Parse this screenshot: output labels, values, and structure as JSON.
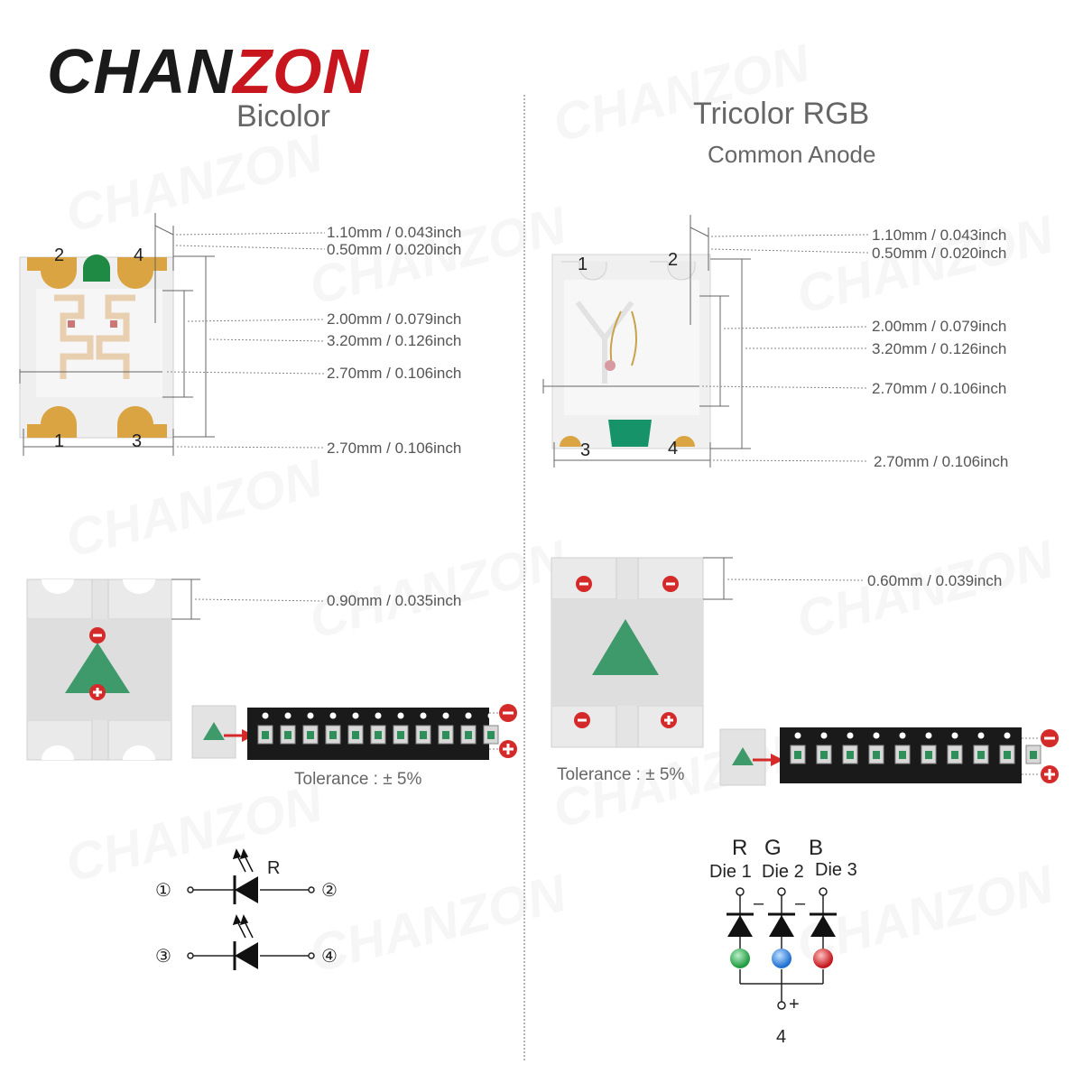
{
  "brand": {
    "part1": "CHAN",
    "part2": "ZON",
    "watermark": "CHANZON"
  },
  "left": {
    "title": "Bicolor",
    "dims": [
      "1.10mm / 0.043inch",
      "0.50mm / 0.020inch",
      "2.00mm / 0.079inch",
      "3.20mm / 0.126inch",
      "2.70mm / 0.106inch",
      "2.70mm / 0.106inch"
    ],
    "side_dim": "0.90mm / 0.035inch",
    "tolerance": "Tolerance : ± 5%",
    "pins": [
      "1",
      "2",
      "3",
      "4"
    ],
    "schematic": {
      "label": "R",
      "pins": [
        "①",
        "②",
        "③",
        "④"
      ]
    }
  },
  "right": {
    "title": "Tricolor RGB",
    "subtitle": "Common Anode",
    "dims": [
      "1.10mm / 0.043inch",
      "0.50mm / 0.020inch",
      "2.00mm / 0.079inch",
      "3.20mm / 0.126inch",
      "2.70mm / 0.106inch",
      "2.70mm / 0.106inch"
    ],
    "side_dim": "0.60mm / 0.039inch",
    "tolerance": "Tolerance : ± 5%",
    "pins": [
      "1",
      "2",
      "3",
      "4"
    ],
    "schematic": {
      "colors": [
        "R",
        "G",
        "B"
      ],
      "dies": [
        "Die 1",
        "Die 2",
        "Die 3"
      ],
      "minus": "–",
      "plus": "+",
      "pin": "4"
    }
  },
  "colors": {
    "accent_red": "#c8161e",
    "pad_gold": "#d9a441",
    "led_green": "#2f8f5b",
    "triangle": "#3f9a6b"
  },
  "icons": [
    "minus-circle-icon",
    "plus-circle-icon",
    "red-arrow-icon",
    "diode-symbol-icon",
    "light-emission-icon"
  ]
}
